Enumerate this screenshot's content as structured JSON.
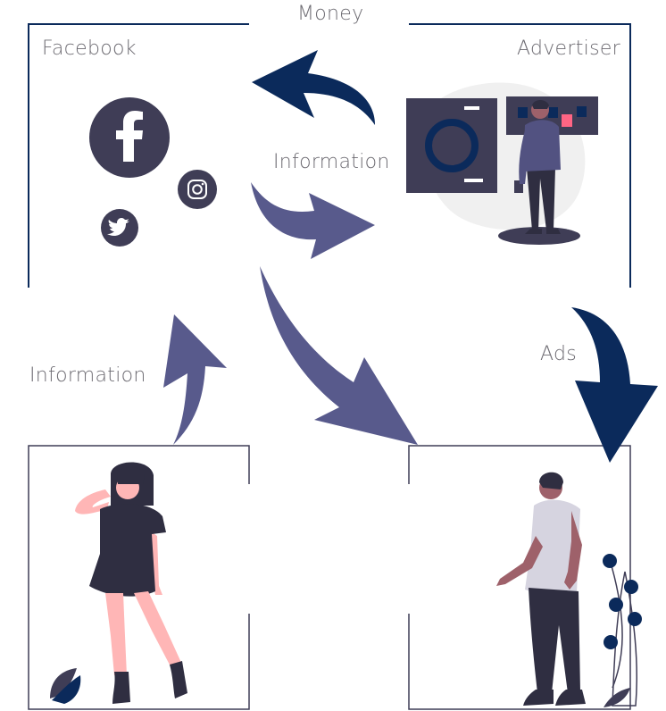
{
  "labels": {
    "money": "Money",
    "facebook": "Facebook",
    "advertiser": "Advertiser",
    "information_top": "Information",
    "information_left": "Information",
    "ads": "Ads"
  },
  "icons": {
    "facebook": "facebook-logo",
    "instagram": "instagram-logo",
    "twitter": "twitter-logo"
  },
  "colors": {
    "navy": "#0b2a5b",
    "purple": "#585a8c",
    "dark": "#3f3d56",
    "skin_pink": "#ffb6b6",
    "skin_dark": "#9e616a",
    "shirt": "#d6d4e0",
    "red_accent": "#ff6584"
  }
}
